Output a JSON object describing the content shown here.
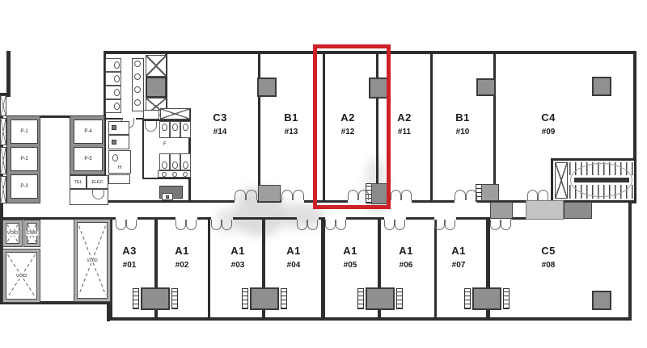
{
  "units": {
    "upper": [
      {
        "type": "C3",
        "number": "#14"
      },
      {
        "type": "B1",
        "number": "#13"
      },
      {
        "type": "A2",
        "number": "#12"
      },
      {
        "type": "A2",
        "number": "#11"
      },
      {
        "type": "B1",
        "number": "#10"
      },
      {
        "type": "C4",
        "number": "#09"
      }
    ],
    "lower": [
      {
        "type": "A3",
        "number": "#01"
      },
      {
        "type": "A1",
        "number": "#02"
      },
      {
        "type": "A1",
        "number": "#03"
      },
      {
        "type": "A1",
        "number": "#04"
      },
      {
        "type": "A1",
        "number": "#05"
      },
      {
        "type": "A1",
        "number": "#06"
      },
      {
        "type": "A1",
        "number": "#07"
      },
      {
        "type": "C5",
        "number": "#08"
      }
    ]
  },
  "highlight": {
    "unit": "A2 #12",
    "color": "#cd2127"
  },
  "core": {
    "elevators": [
      "P-1",
      "P-2",
      "P-3",
      "P-4",
      "P-5"
    ],
    "rooms": {
      "tel": "TEL",
      "elec": "ELEC",
      "female_wc": "F",
      "accessible_wc": "H"
    },
    "voids": {
      "v1": "VOID",
      "v2": "CWR",
      "v3": "VOID",
      "v4": "VOID"
    }
  },
  "colors": {
    "wall": "#2e2e2e",
    "shaft_gray": "#8f8f8f",
    "light_gray": "#c4c4c4",
    "highlight_red": "#cd2127"
  }
}
